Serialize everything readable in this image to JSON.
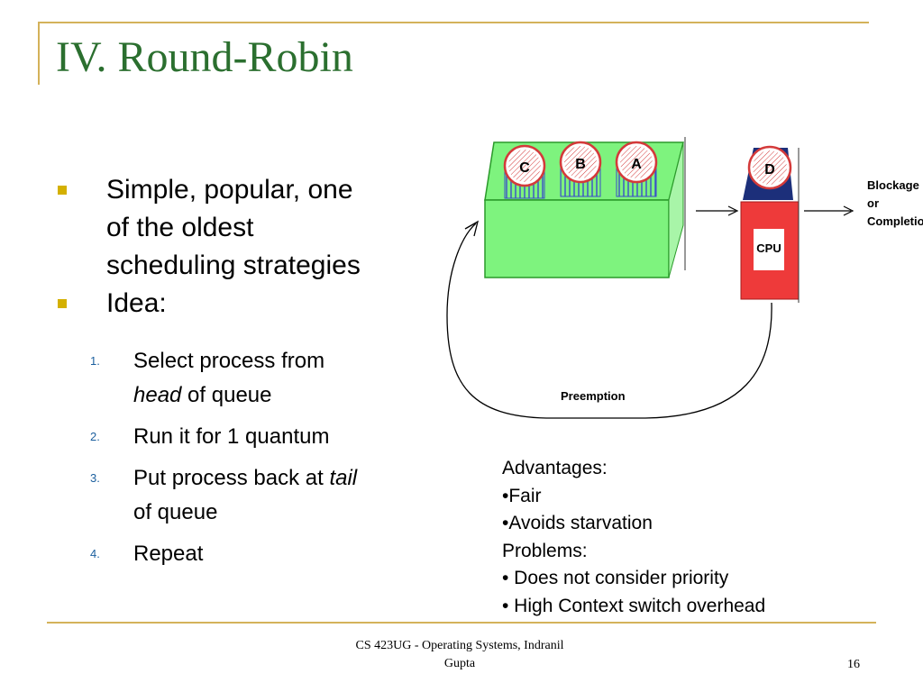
{
  "slide": {
    "title": "IV. Round-Robin",
    "bullets": [
      {
        "lines": [
          "Simple, popular, one",
          "of the oldest",
          "scheduling strategies"
        ]
      },
      {
        "lines": [
          "Idea:"
        ]
      }
    ],
    "steps": [
      {
        "num": "1.",
        "line1": "Select process from",
        "emph": "head",
        "rest": " of queue"
      },
      {
        "num": "2.",
        "line1": "Run it for 1 quantum"
      },
      {
        "num": "3.",
        "pre": "Put process back at ",
        "emph": "tail",
        "line2": "of queue"
      },
      {
        "num": "4.",
        "line1": "Repeat"
      }
    ],
    "notes": [
      "Advantages:",
      "•Fair",
      "•Avoids starvation",
      "Problems:",
      "• Does not consider priority",
      "• High Context switch overhead"
    ],
    "footer": {
      "line1": "CS 423UG - Operating Systems, Indranil",
      "line2": "Gupta"
    },
    "page_number": "16"
  },
  "diagram": {
    "queue_processes": [
      "C",
      "B",
      "A"
    ],
    "cpu_process": "D",
    "cpu_label": "CPU",
    "exit_label": [
      "Blockage",
      "or",
      "Completion"
    ],
    "loop_label": "Preemption"
  },
  "colors": {
    "title": "#2b6f2f",
    "frame": "#d4b25a",
    "bullet": "#d4b000",
    "queue": "#7ef37e",
    "cpu": "#ee3a3a",
    "process_ring": "#d43a3a",
    "stripes": "#3a4ec8"
  }
}
